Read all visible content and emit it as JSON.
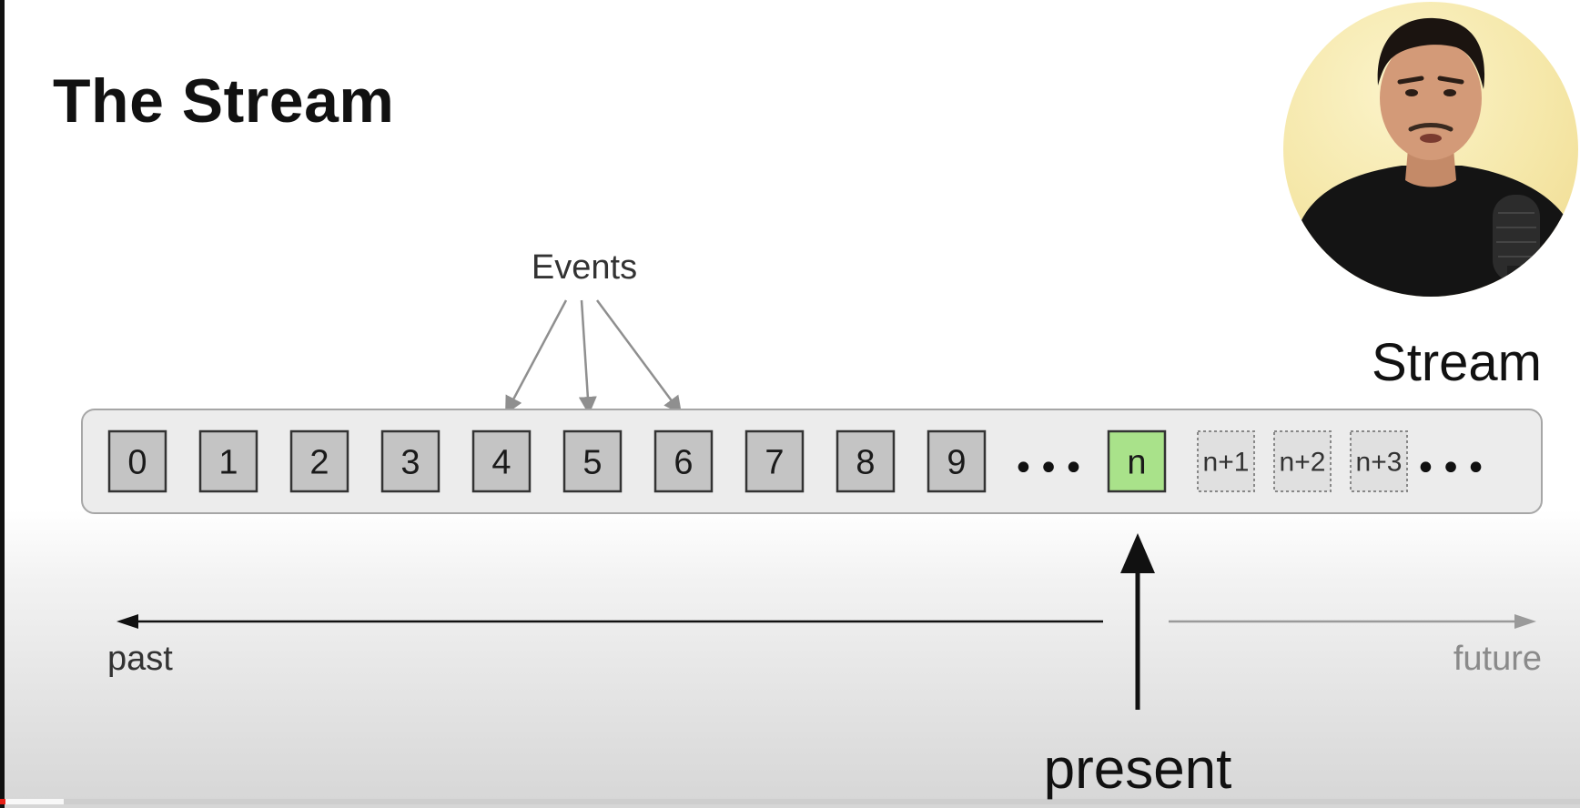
{
  "slide": {
    "title": "The Stream"
  },
  "diagram": {
    "events_label": "Events",
    "stream_label": "Stream",
    "past_label": "past",
    "future_label": "future",
    "present_label": "present",
    "ellipsis": "•••",
    "past_cells": [
      "0",
      "1",
      "2",
      "3",
      "4",
      "5",
      "6",
      "7",
      "8",
      "9"
    ],
    "present_cell": "n",
    "future_cells": [
      "n+1",
      "n+2",
      "n+3"
    ],
    "highlighted_event_indices": [
      4,
      5,
      6
    ]
  },
  "colors": {
    "past_cell_fill": "#c4c4c4",
    "present_cell_fill": "#a9e28a",
    "future_cell_fill": "#e0e0e0",
    "stream_bar_fill": "#ececec",
    "arrow_gray": "#8f8f8f"
  }
}
